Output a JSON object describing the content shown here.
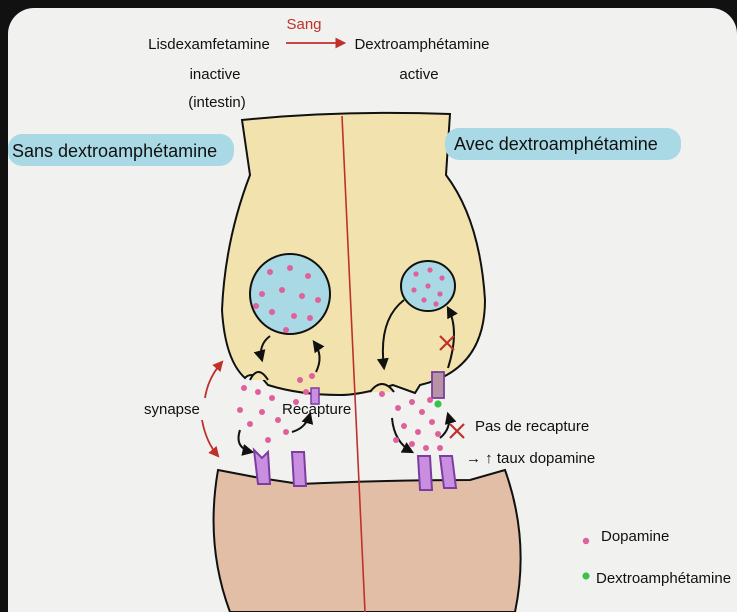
{
  "header": {
    "prodrug_line1": "Lisdexamfetamine",
    "prodrug_line2": "inactive",
    "prodrug_line3": "(intestin)",
    "arrow_label": "Sang",
    "active_line1": "Dextroamphétamine",
    "active_line2": "active"
  },
  "panels": {
    "left_title": "Sans dextroamphétamine",
    "right_title": "Avec dextroamphétamine"
  },
  "labels": {
    "synapse": "synapse",
    "recapture": "Recapture",
    "no_recapture": "Pas de recapture",
    "dopamine_level": "→ ↑ taux dopamine"
  },
  "legend": {
    "dopamine": "Dopamine",
    "dextro": "Dextroamphétamine"
  },
  "colors": {
    "background": "#f1f1f0",
    "presynaptic": "#f2e3ae",
    "postsynaptic": "#e3bea6",
    "vesicle": "#a9d9e5",
    "dopamine": "#e0609b",
    "dextro": "#39c24a",
    "receptor": "#c98ee0",
    "transporter": "#b893a3",
    "divider": "#c0302b",
    "title_highlight": "#a9d9e5"
  },
  "icons": [
    "x-mark-icon",
    "curved-arrow-icon",
    "red-arrow-icon"
  ]
}
